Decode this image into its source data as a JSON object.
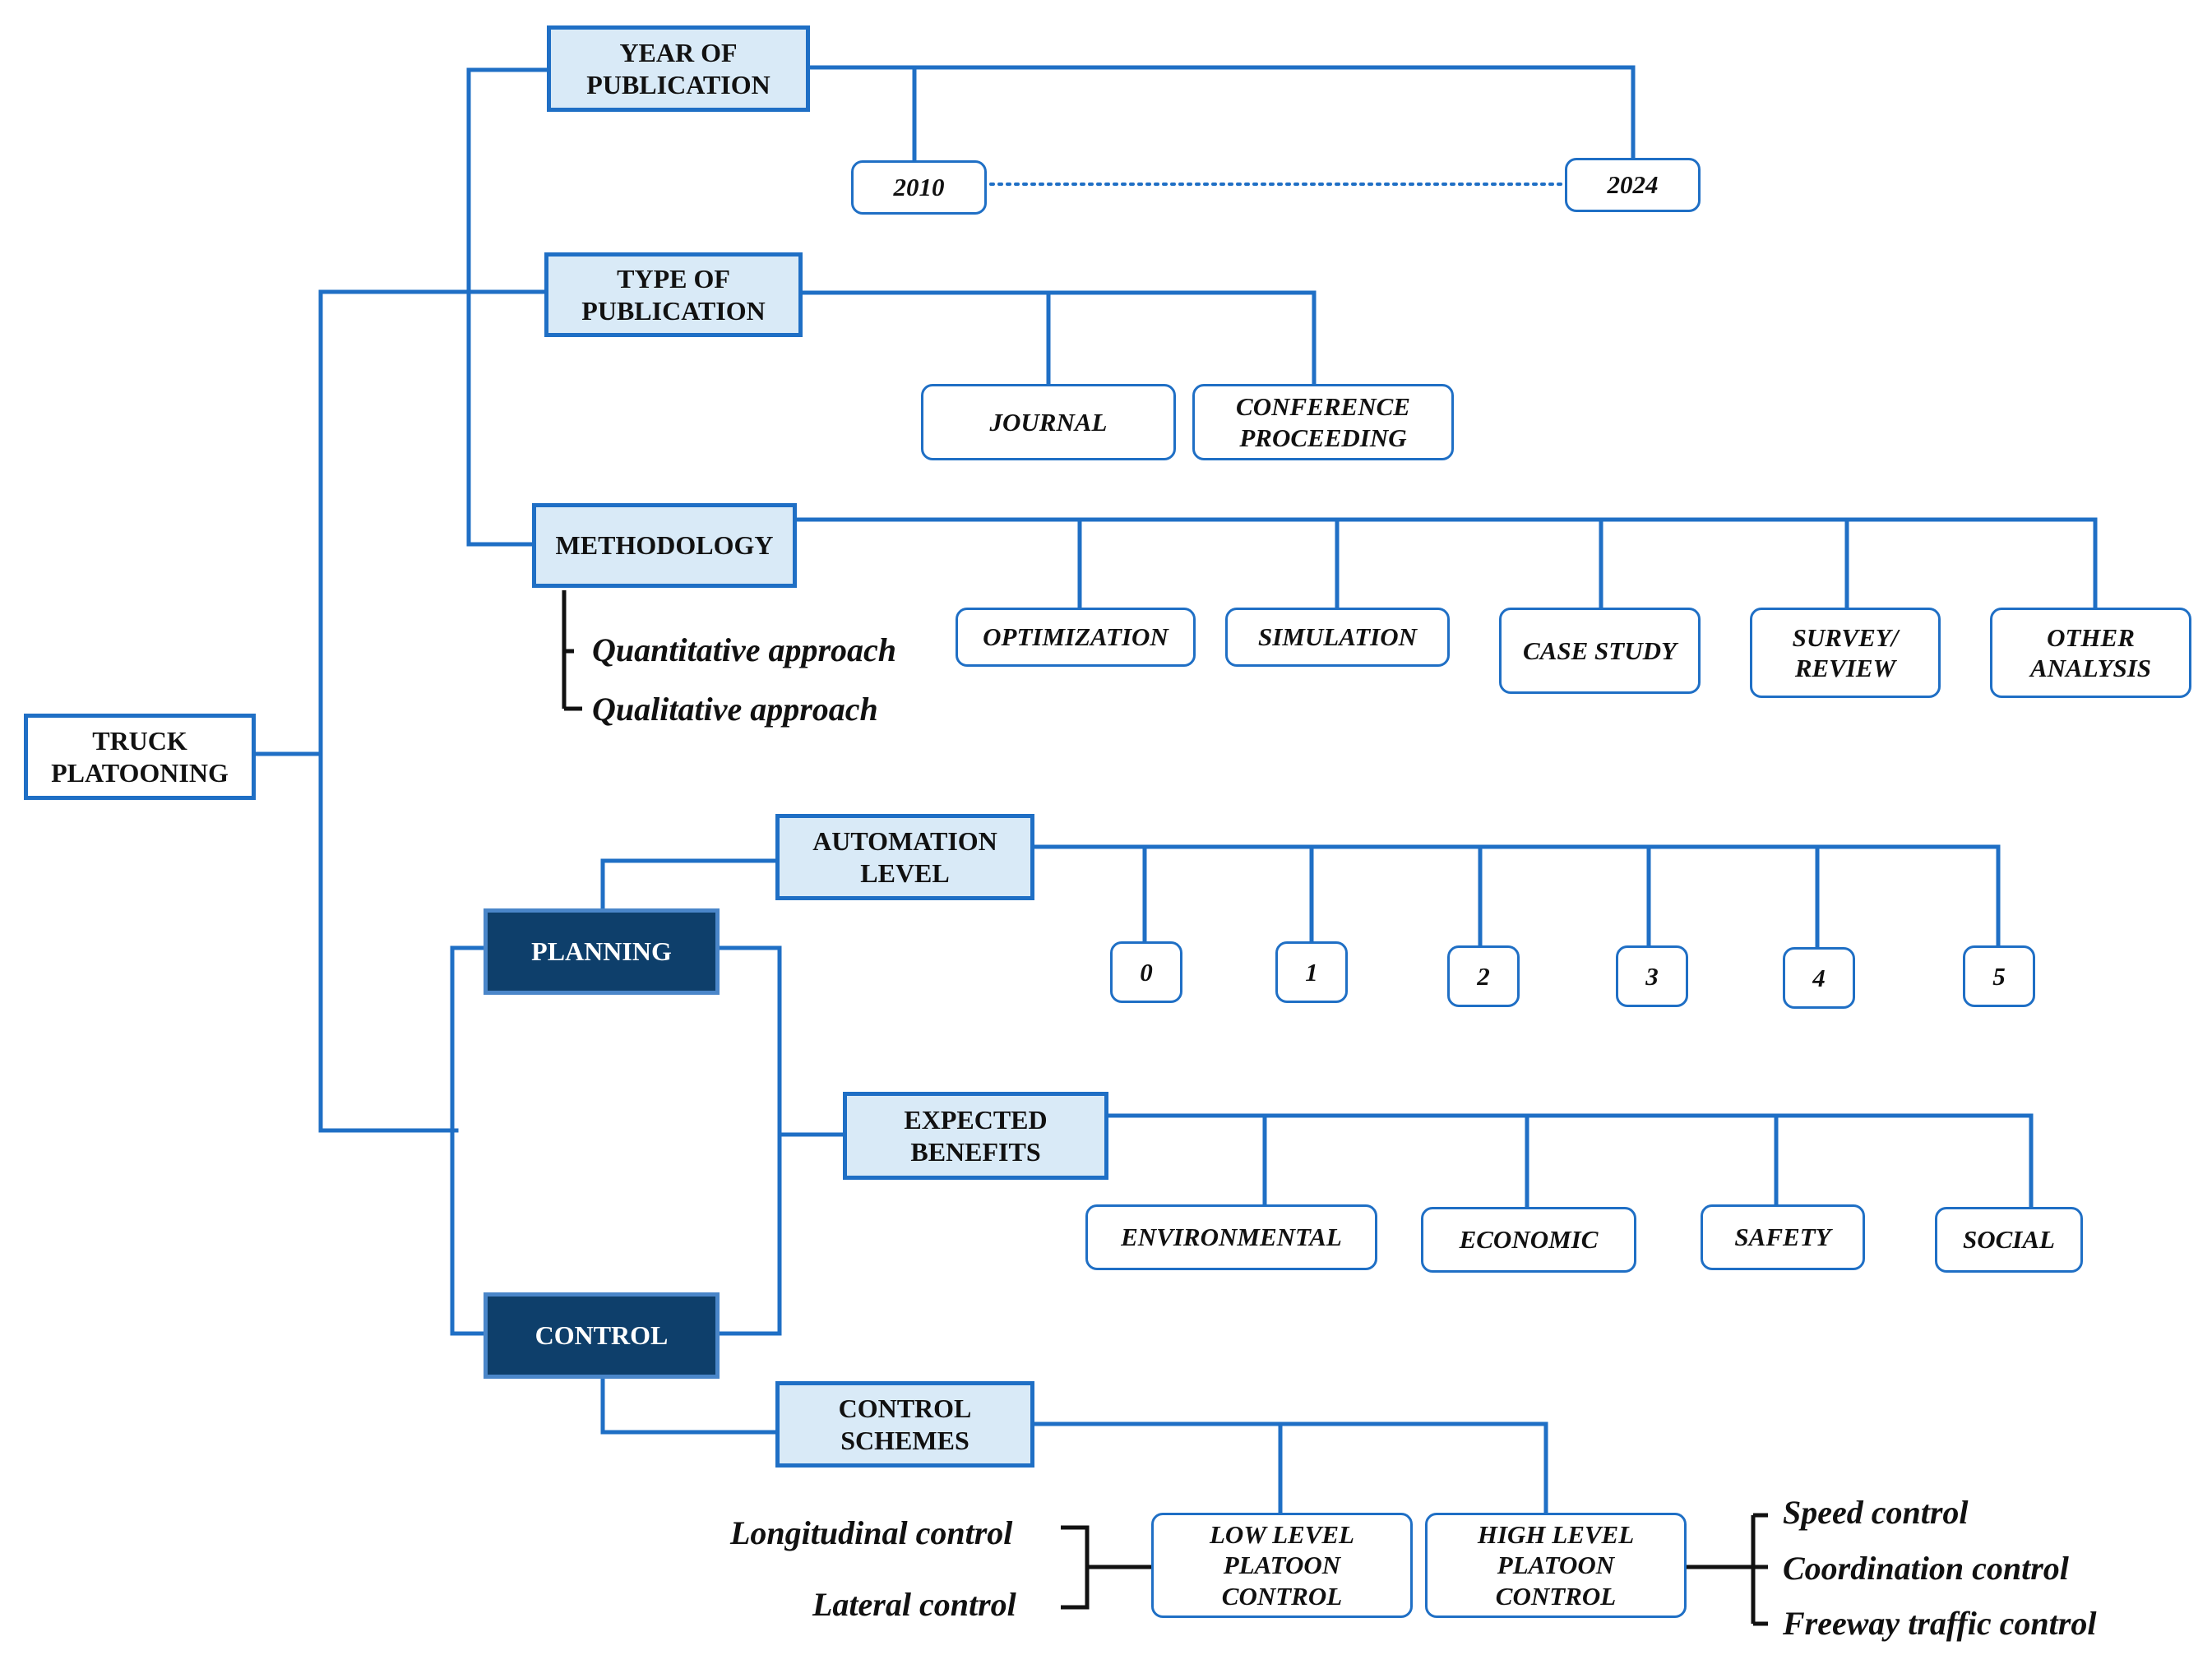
{
  "root": {
    "label": "TRUCK PLATOONING"
  },
  "year_of_publication": {
    "label": "YEAR OF PUBLICATION",
    "start": "2010",
    "end": "2024"
  },
  "type_of_publication": {
    "label": "TYPE OF PUBLICATION",
    "items": [
      "JOURNAL",
      "CONFERENCE PROCEEDING"
    ]
  },
  "methodology": {
    "label": "METHODOLOGY",
    "items": [
      "OPTIMIZATION",
      "SIMULATION",
      "CASE STUDY",
      "SURVEY/ REVIEW",
      "OTHER ANALYSIS"
    ],
    "approaches": [
      "Quantitative approach",
      "Qualitative approach"
    ]
  },
  "planning": {
    "label": "PLANNING"
  },
  "control": {
    "label": "CONTROL"
  },
  "automation_level": {
    "label": "AUTOMATION LEVEL",
    "levels": [
      "0",
      "1",
      "2",
      "3",
      "4",
      "5"
    ]
  },
  "expected_benefits": {
    "label": "EXPECTED BENEFITS",
    "items": [
      "ENVIRONMENTAL",
      "ECONOMIC",
      "SAFETY",
      "SOCIAL"
    ]
  },
  "control_schemes": {
    "label": "CONTROL SCHEMES",
    "low_level": {
      "label": "LOW LEVEL PLATOON CONTROL",
      "notes": [
        "Longitudinal control",
        "Lateral control"
      ]
    },
    "high_level": {
      "label": "HIGH LEVEL PLATOON CONTROL",
      "notes": [
        "Speed control",
        "Coordination control",
        "Freeway traffic control"
      ]
    }
  },
  "colors": {
    "line": "#1f6fc5",
    "category_fill": "#d9eaf7",
    "dark_fill": "#0e3f6b",
    "bracket": "#111111"
  }
}
